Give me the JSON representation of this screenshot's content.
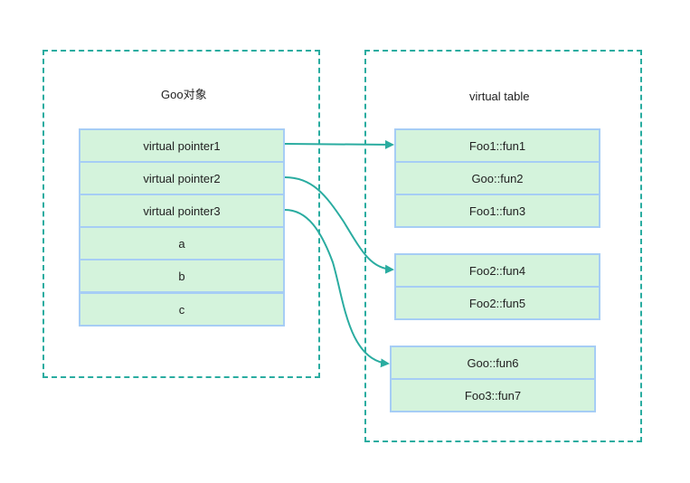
{
  "object": {
    "title": "Goo对象",
    "rows": [
      "virtual pointer1",
      "virtual pointer2",
      "virtual pointer3",
      "a",
      "b",
      "c"
    ]
  },
  "vtable": {
    "title": "virtual table",
    "table1": [
      "Foo1::fun1",
      "Goo::fun2",
      "Foo1::fun3"
    ],
    "table2": [
      "Foo2::fun4",
      "Foo2::fun5"
    ],
    "table3": [
      "Goo::fun6",
      "Foo3::fun7"
    ]
  },
  "colors": {
    "dashed_border": "#2aaca0",
    "cell_fill": "#d4f3dc",
    "cell_border": "#a6cdf5",
    "arrow": "#2aaca0"
  }
}
